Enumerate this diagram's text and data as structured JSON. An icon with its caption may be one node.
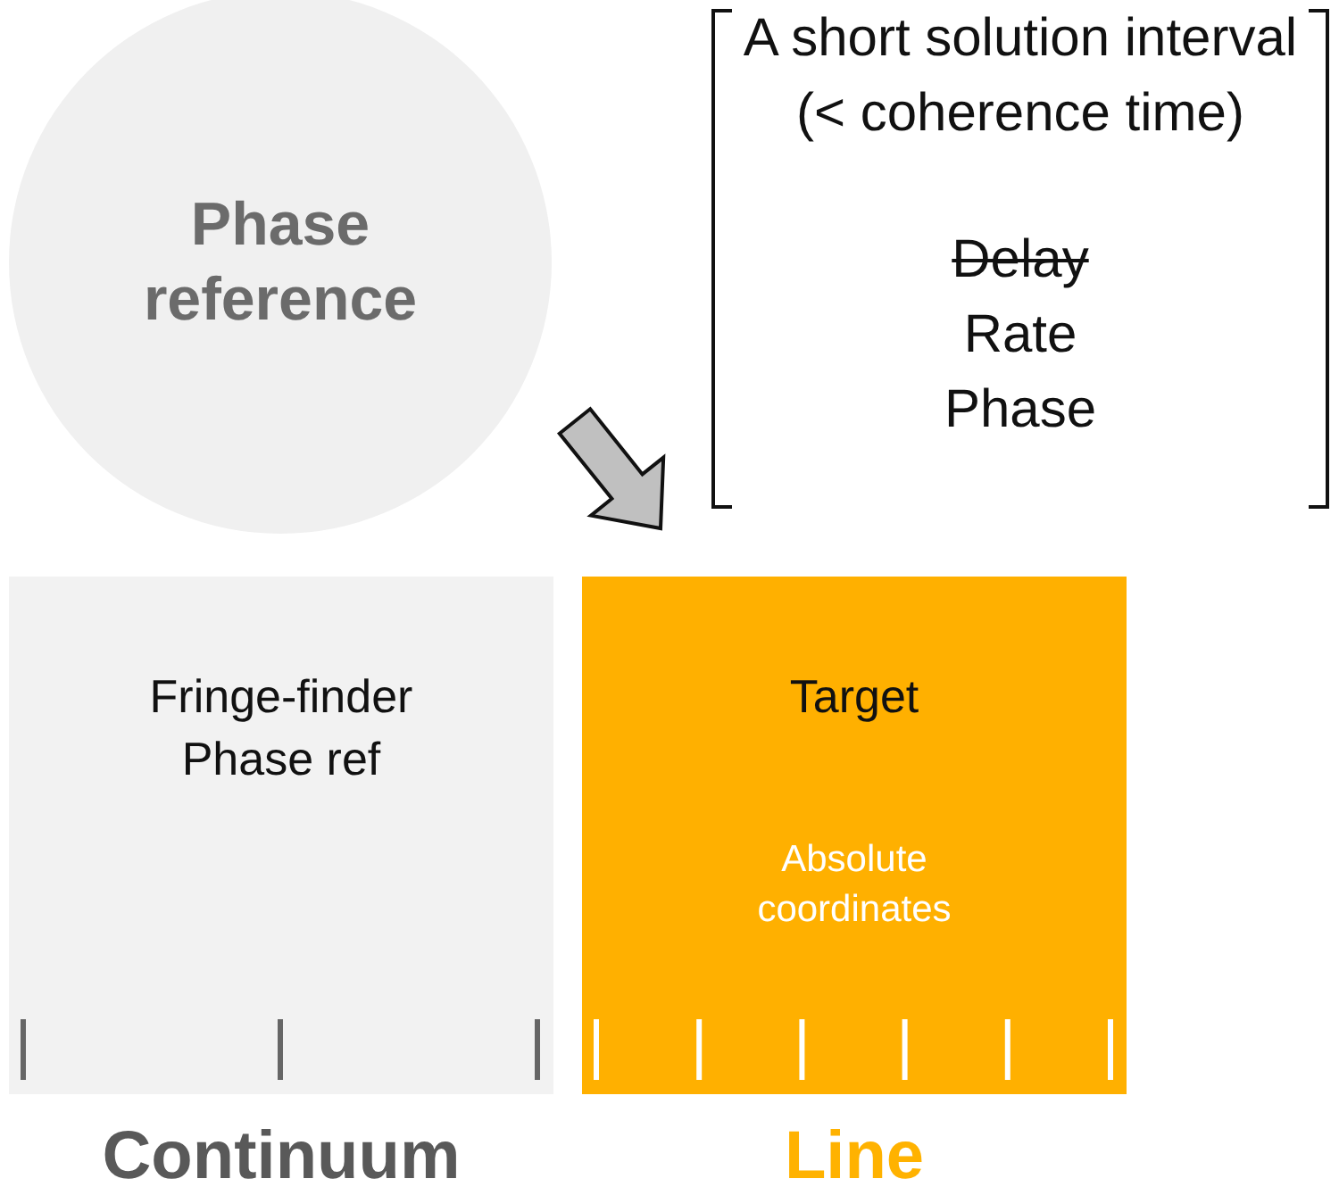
{
  "diagram": {
    "nodes": [
      {
        "text": [
          "Phase reference"
        ]
      },
      {
        "text": [
          "A short solution interval (< coherence time)",
          "Delay",
          "Rate",
          "Phase"
        ]
      },
      {
        "text": [
          "Fringe-finder Phase ref"
        ],
        "beside": [
          "Continuum"
        ]
      },
      {
        "text": [
          "Target",
          "Absolute coordinates"
        ],
        "beside": [
          "Line"
        ]
      }
    ],
    "edges": [
      {
        "from": 0,
        "to": 3,
        "arrow": "to"
      }
    ]
  }
}
